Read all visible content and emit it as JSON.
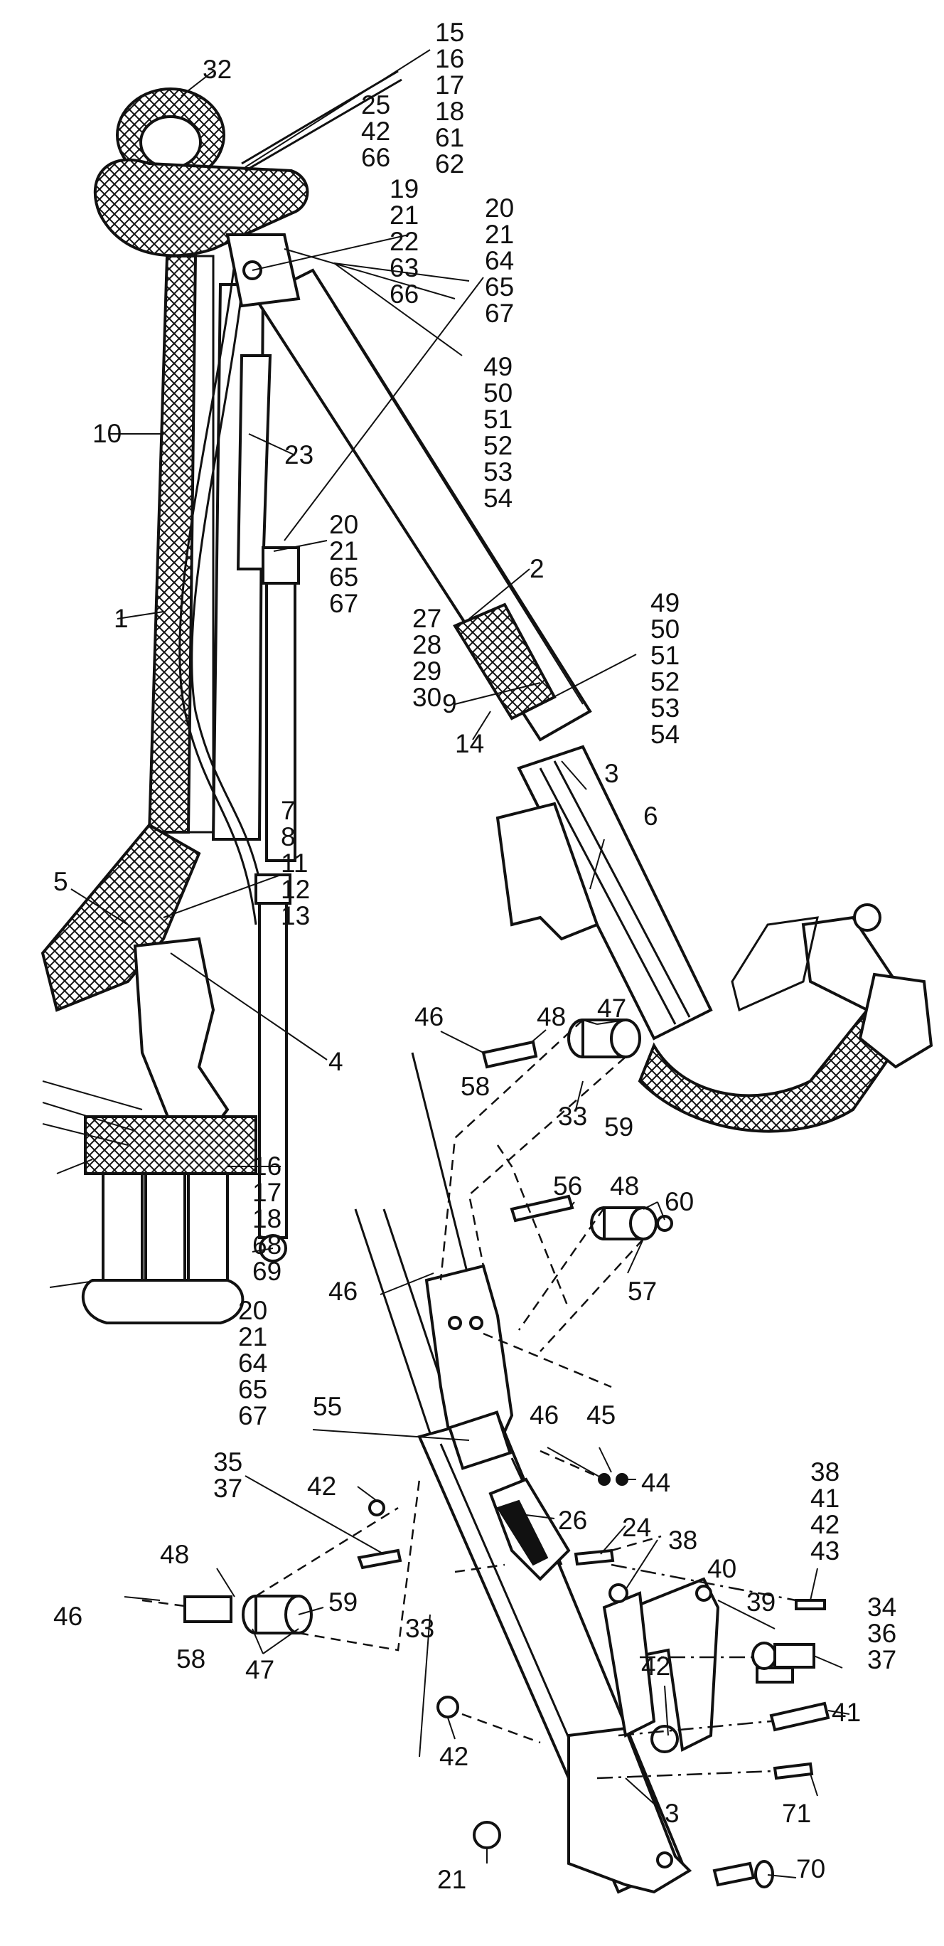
{
  "figure": {
    "labels": [
      "15",
      "16",
      "17",
      "18",
      "61",
      "62",
      "32",
      "25",
      "42",
      "66",
      "19",
      "21",
      "22",
      "63",
      "66",
      "20",
      "21",
      "64",
      "65",
      "67",
      "49",
      "50",
      "51",
      "52",
      "53",
      "54",
      "10",
      "23",
      "20",
      "21",
      "65",
      "67",
      "2",
      "1",
      "27",
      "28",
      "29",
      "30",
      "49",
      "50",
      "51",
      "52",
      "53",
      "54",
      "9",
      "14",
      "3",
      "6",
      "7",
      "8",
      "11",
      "12",
      "13",
      "5",
      "4",
      "33",
      "46",
      "48",
      "47",
      "58",
      "59",
      "16",
      "17",
      "18",
      "68",
      "69",
      "56",
      "48",
      "60",
      "57",
      "46",
      "20",
      "21",
      "64",
      "65",
      "67",
      "55",
      "46",
      "45",
      "44",
      "35",
      "37",
      "42",
      "26",
      "24",
      "38",
      "38",
      "41",
      "42",
      "43",
      "48",
      "59",
      "46",
      "58",
      "47",
      "33",
      "40",
      "39",
      "34",
      "36",
      "37",
      "42",
      "41",
      "42",
      "71",
      "3",
      "21",
      "70"
    ]
  }
}
